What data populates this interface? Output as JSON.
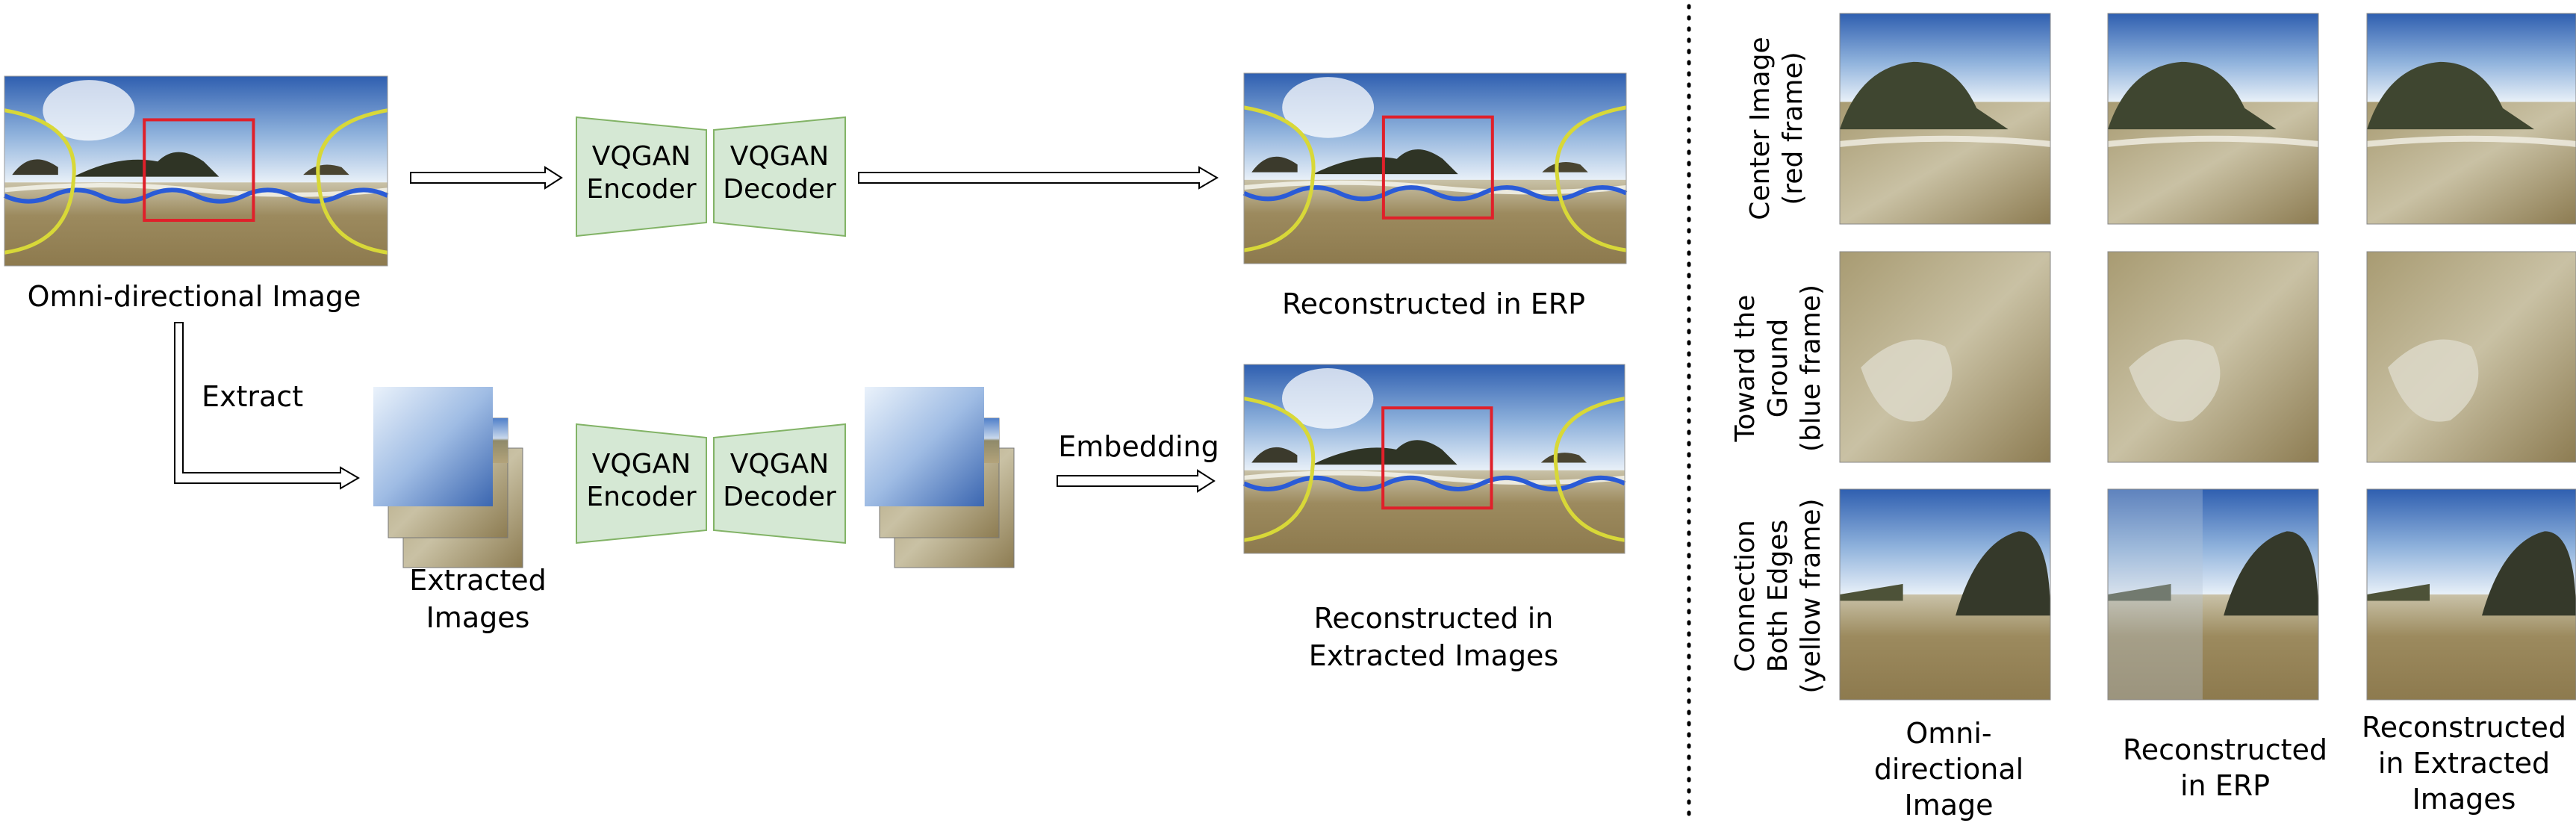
{
  "left_panel": {
    "omni_caption": "Omni-directional Image",
    "extract_label": "Extract",
    "extracted_caption": "Extracted\nImages",
    "embedding_label": "Embedding",
    "recon_erp_caption": "Reconstructed in ERP",
    "recon_extracted_caption": "Reconstructed in\nExtracted Images",
    "top_model": {
      "encoder": "VQGAN\nEncoder",
      "decoder": "VQGAN\nDecoder"
    },
    "bottom_model": {
      "encoder": "VQGAN\nEncoder",
      "decoder": "VQGAN\nDecoder"
    }
  },
  "right_panel": {
    "row_labels": [
      "Center Image\n(red frame)",
      "Toward the\nGround\n(blue frame)",
      "Connection\nBoth Edges\n(yellow frame)"
    ],
    "column_labels": [
      "Omni-\ndirectional\nImage",
      "Reconstructed\nin ERP",
      "Reconstructed\nin Extracted\nImages"
    ]
  },
  "colors": {
    "model_fill": "#d5e8d4",
    "model_stroke": "#82b366",
    "red_frame": "#e0202a",
    "blue_frame": "#2a5bd7",
    "yellow_frame": "#d8d838"
  }
}
